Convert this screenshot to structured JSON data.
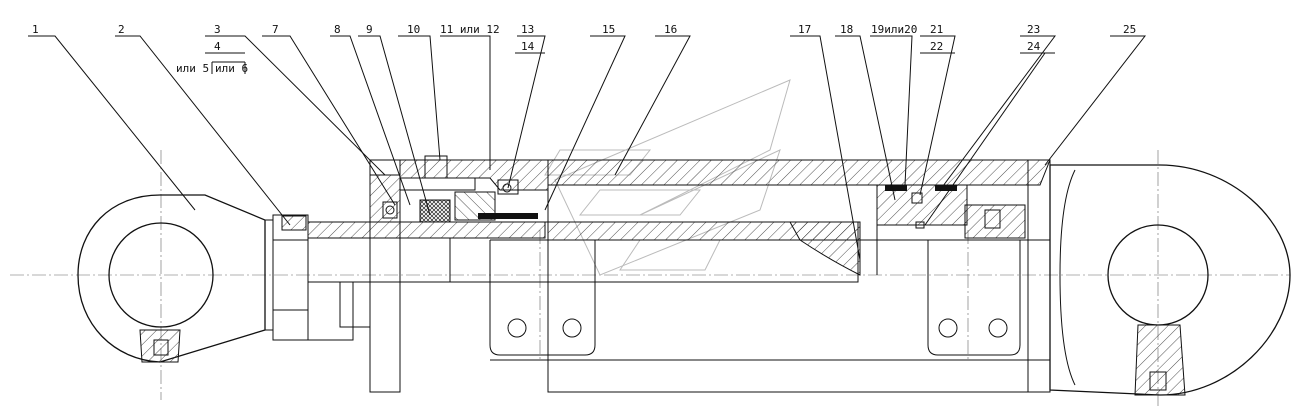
{
  "drawing": {
    "title": "",
    "callouts": [
      {
        "id": "c1",
        "text": "1"
      },
      {
        "id": "c2",
        "text": "2"
      },
      {
        "id": "c3",
        "text": "3"
      },
      {
        "id": "c4",
        "text": "4"
      },
      {
        "id": "c5",
        "text": "или 5"
      },
      {
        "id": "c6",
        "text": "или 6"
      },
      {
        "id": "c7",
        "text": "7"
      },
      {
        "id": "c8",
        "text": "8"
      },
      {
        "id": "c9",
        "text": "9"
      },
      {
        "id": "c10",
        "text": "10"
      },
      {
        "id": "c11",
        "text": "11 или 12"
      },
      {
        "id": "c13",
        "text": "13"
      },
      {
        "id": "c14",
        "text": "14"
      },
      {
        "id": "c15",
        "text": "15"
      },
      {
        "id": "c16",
        "text": "16"
      },
      {
        "id": "c17",
        "text": "17"
      },
      {
        "id": "c18",
        "text": "18"
      },
      {
        "id": "c19",
        "text": "19или20"
      },
      {
        "id": "c21",
        "text": "21"
      },
      {
        "id": "c22",
        "text": "22"
      },
      {
        "id": "c23",
        "text": "23"
      },
      {
        "id": "c24",
        "text": "24"
      },
      {
        "id": "c25",
        "text": "25"
      }
    ]
  }
}
